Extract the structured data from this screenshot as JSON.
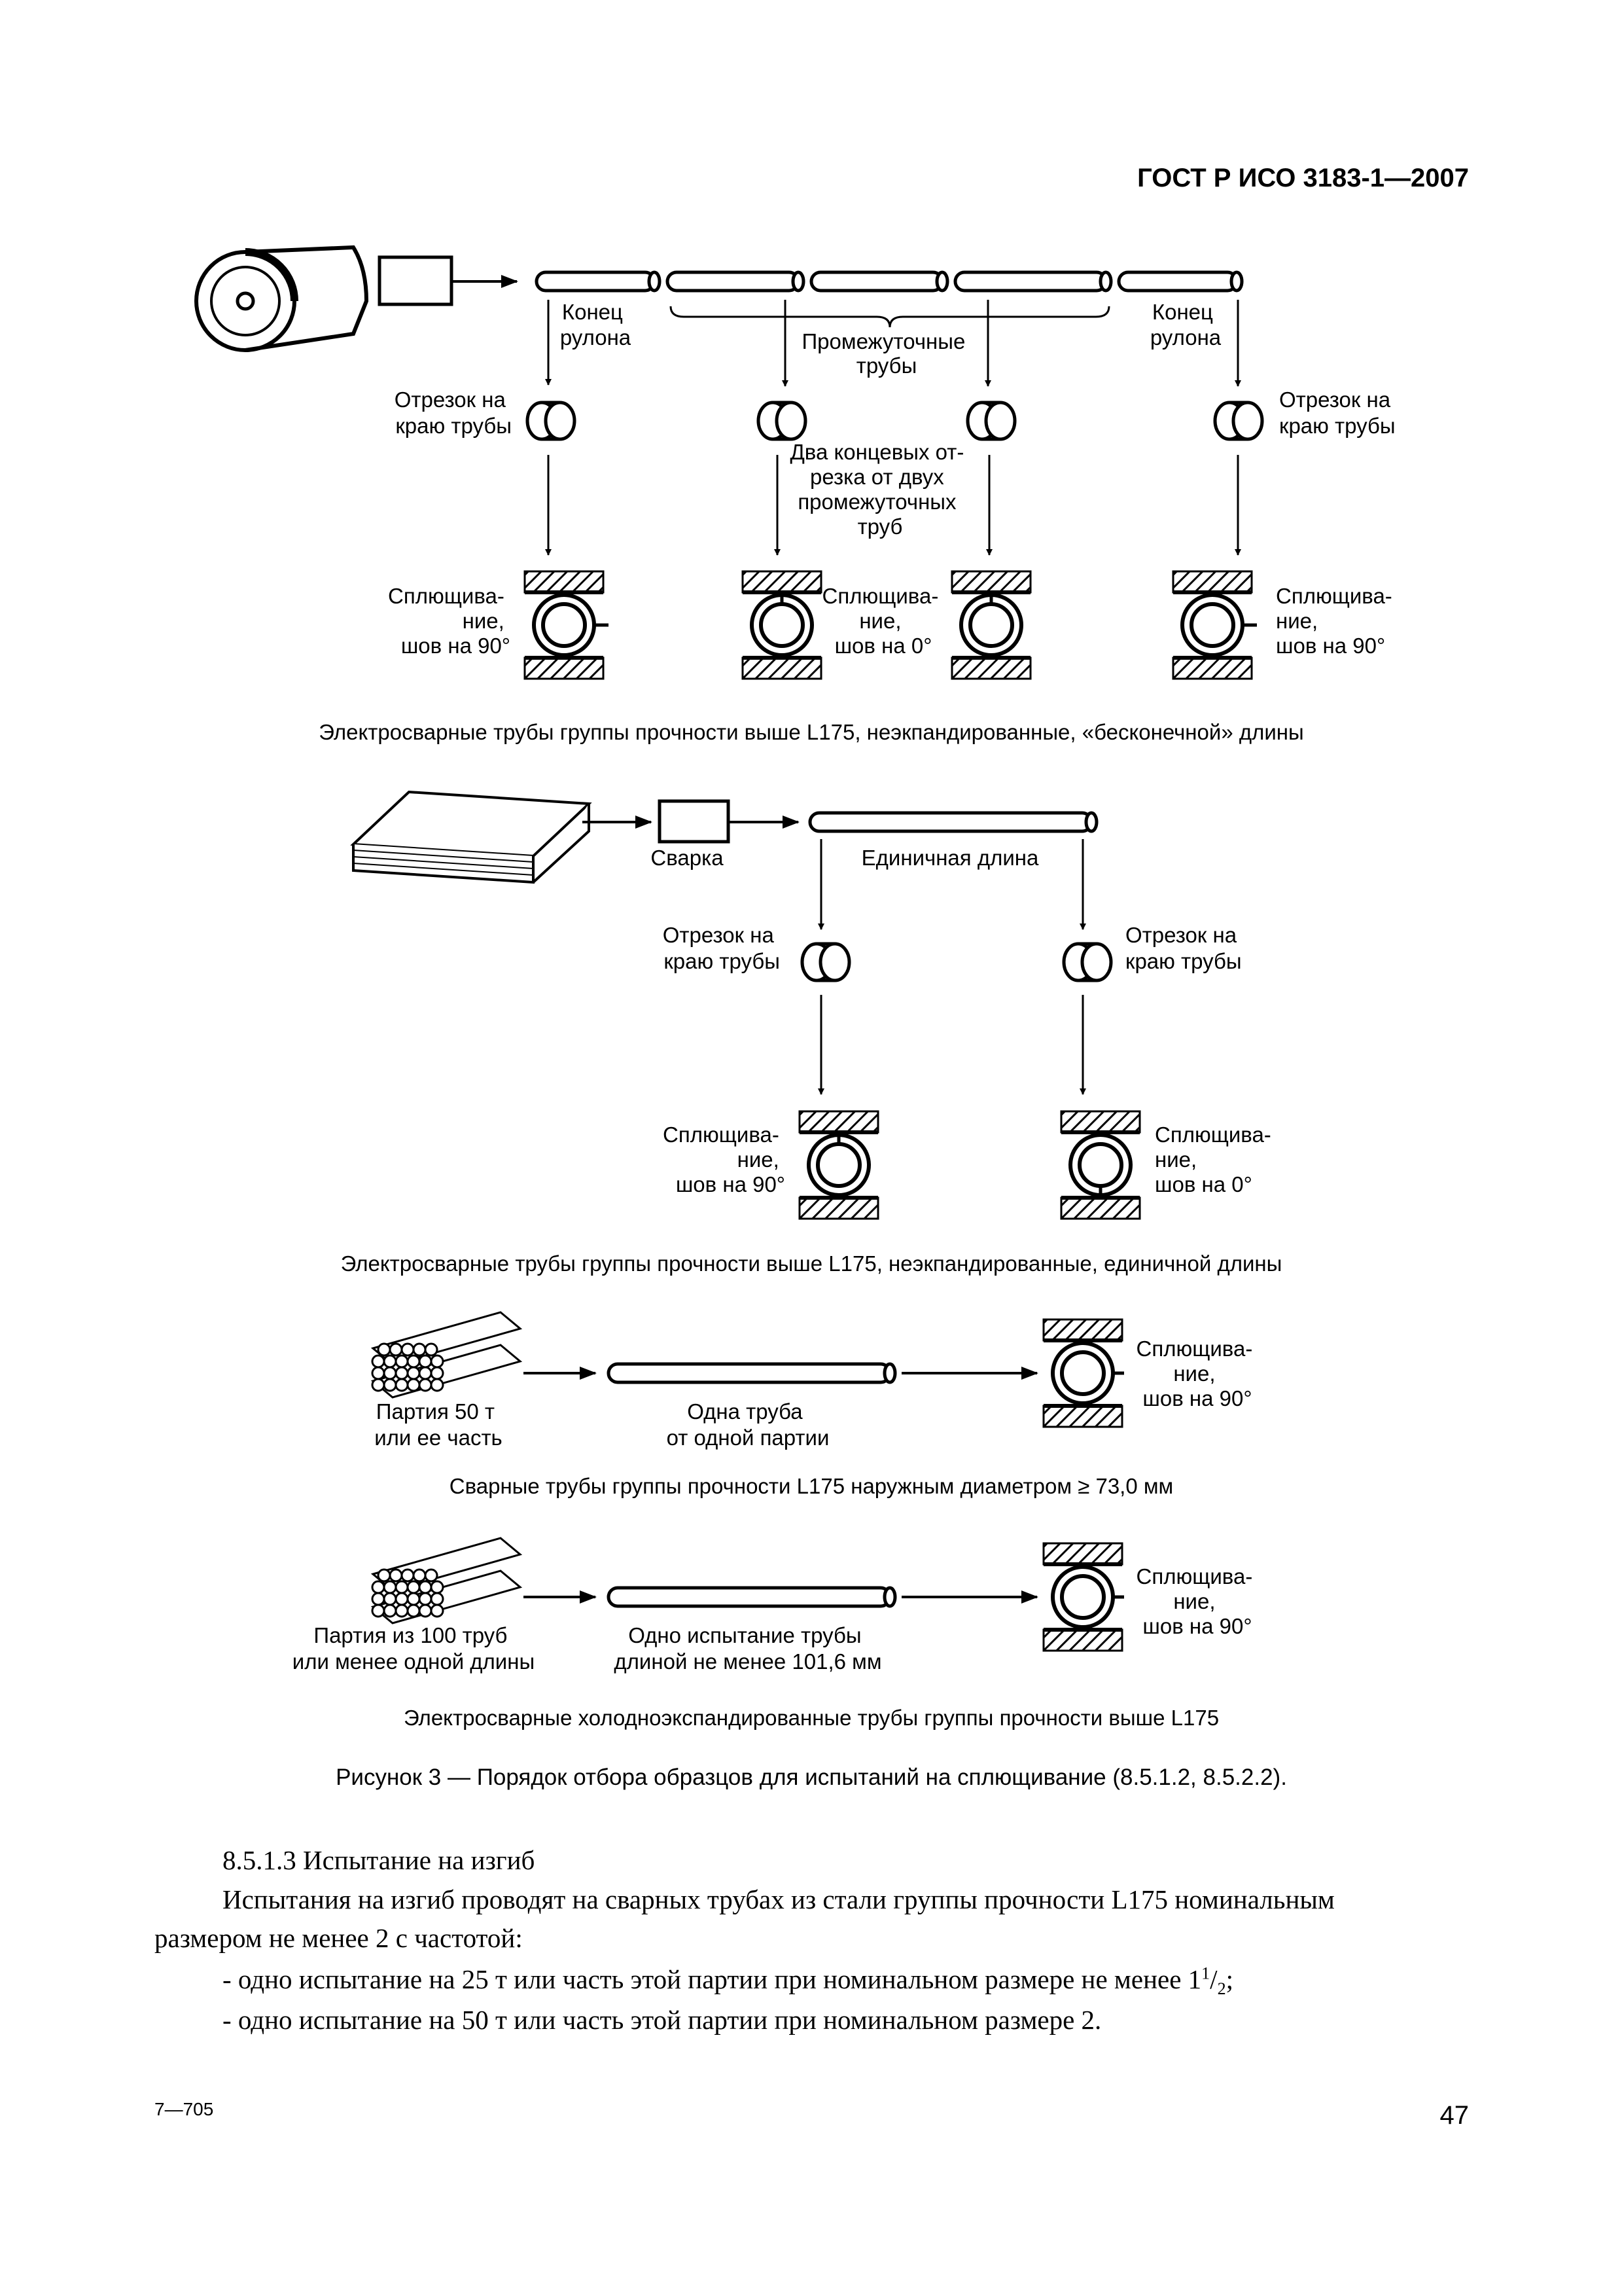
{
  "header": {
    "standard": "ГОСТ Р ИСО 3183-1—2007"
  },
  "figure": {
    "panel1": {
      "coil_end_left": [
        "Конец",
        "рулона"
      ],
      "intermediate": [
        "Промежуточные",
        "трубы"
      ],
      "coil_end_right": [
        "Конец",
        "рулона"
      ],
      "edge_cut_left": [
        "Отрезок на",
        "краю трубы"
      ],
      "two_end_cuts": [
        "Два концевых от-",
        "резка от двух",
        "промежуточных",
        "труб"
      ],
      "edge_cut_right": [
        "Отрезок на",
        "краю трубы"
      ],
      "flatten_left": [
        "Сплющива-",
        "ние,",
        "шов на 90°"
      ],
      "flatten_mid": [
        "Сплющива-",
        "ние,",
        "шов на 0°"
      ],
      "flatten_right": [
        "Сплющива-",
        "ние,",
        "шов на 90°"
      ],
      "caption": "Электросварные трубы группы прочности выше L175, неэкпандированные, «бесконечной» длины"
    },
    "panel2": {
      "welding": "Сварка",
      "single_length": "Единичная длина",
      "edge_cut_left": [
        "Отрезок на",
        "краю трубы"
      ],
      "edge_cut_right": [
        "Отрезок на",
        "краю трубы"
      ],
      "flatten_left": [
        "Сплющива-",
        "ние,",
        "шов на 90°"
      ],
      "flatten_right": [
        "Сплющива-",
        "ние,",
        "шов на 0°"
      ],
      "caption": "Электросварные трубы группы прочности выше L175, неэкпандированные, единичной длины"
    },
    "panel3": {
      "lot": [
        "Партия 50 т",
        "или ее часть"
      ],
      "pipe": [
        "Одна труба",
        "от одной партии"
      ],
      "flatten": [
        "Сплющива-",
        "ние,",
        "шов на 90°"
      ],
      "caption": "Сварные трубы группы прочности L175 наружным диаметром ≥ 73,0 мм"
    },
    "panel4": {
      "lot": [
        "Партия из 100 труб",
        "или менее одной длины"
      ],
      "pipe": [
        "Одно испытание трубы",
        "длиной не менее 101,6 мм"
      ],
      "flatten": [
        "Сплющива-",
        "ние,",
        "шов на 90°"
      ],
      "caption": "Электросварные холодноэкспандированные трубы группы прочности выше L175"
    },
    "title": "Рисунок 3 — Порядок отбора образцов для испытаний на сплющивание (8.5.1.2, 8.5.2.2)."
  },
  "body": {
    "section": "8.5.1.3 Испытание на изгиб",
    "para_line1": "Испытания на изгиб проводят на сварных трубах из стали группы прочности L175  номинальным",
    "para_line2": "размером не менее 2  с частотой:",
    "item1_pre": "- одно испытание на 25 т или часть этой партии при номинальном размере не менее 1",
    "item1_sup": "1",
    "item1_slash": "/",
    "item1_sub": "2",
    "item1_post": ";",
    "item2": "- одно испытание на 50 т или часть этой партии при номинальном размере 2."
  },
  "footer": {
    "code": "7—705",
    "page": "47"
  }
}
